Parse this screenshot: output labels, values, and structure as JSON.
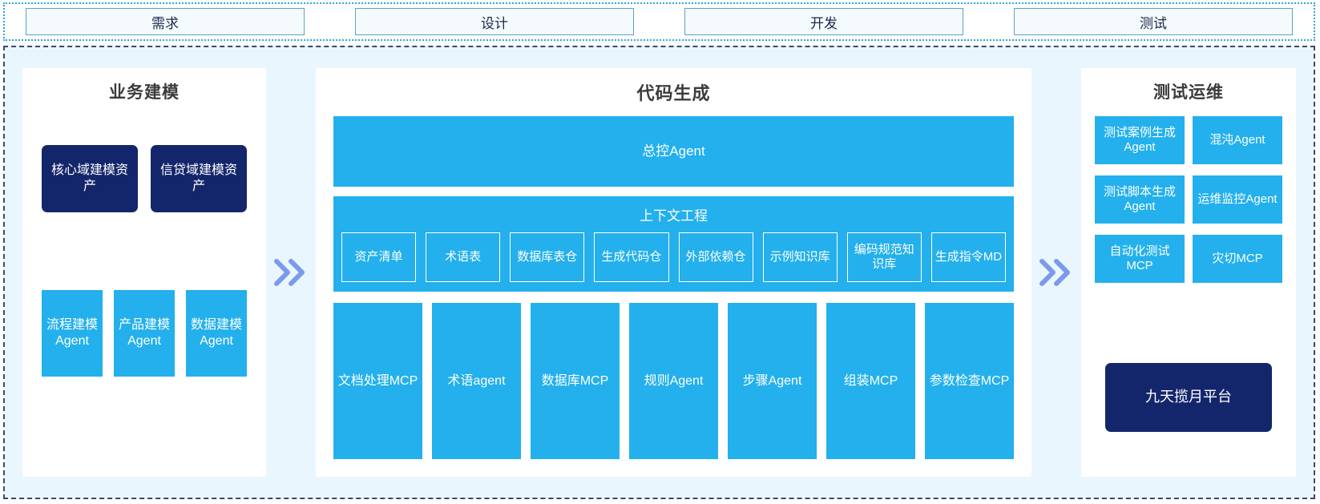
{
  "colors": {
    "accent_blue": "#23b0ec",
    "navy": "#14266b",
    "stage_bg": "#eaf6fd",
    "chevron": "#7b9bea",
    "phase_border": "#2aa8dd"
  },
  "phase_bar": {
    "phases": [
      {
        "label": "需求"
      },
      {
        "label": "设计"
      },
      {
        "label": "开发"
      },
      {
        "label": "测试"
      }
    ]
  },
  "chevrons": {
    "left_to_mid": "»",
    "mid_to_right": "»"
  },
  "left_panel": {
    "title": "业务建模",
    "assets": [
      {
        "label": "核心域建模资产"
      },
      {
        "label": "信贷域建模资产"
      }
    ],
    "agents": [
      {
        "label": "流程建模Agent"
      },
      {
        "label": "产品建模Agent"
      },
      {
        "label": "数据建模Agent"
      }
    ]
  },
  "mid_panel": {
    "title": "代码生成",
    "master_agent": "总控Agent",
    "context_engineering": {
      "title": "上下文工程",
      "items": [
        {
          "label": "资产清单"
        },
        {
          "label": "术语表"
        },
        {
          "label": "数据库表仓"
        },
        {
          "label": "生成代码仓"
        },
        {
          "label": "外部依赖仓"
        },
        {
          "label": "示例知识库"
        },
        {
          "label": "编码规范知识库"
        },
        {
          "label": "生成指令MD"
        }
      ]
    },
    "tools": [
      {
        "label": "文档处理MCP"
      },
      {
        "label": "术语agent"
      },
      {
        "label": "数据库MCP"
      },
      {
        "label": "规则Agent"
      },
      {
        "label": "步骤Agent"
      },
      {
        "label": "组装MCP"
      },
      {
        "label": "参数检查MCP"
      }
    ]
  },
  "right_panel": {
    "title": "测试运维",
    "items": [
      {
        "label": "测试案例生成Agent"
      },
      {
        "label": "混沌Agent"
      },
      {
        "label": "测试脚本生成Agent"
      },
      {
        "label": "运维监控Agent"
      },
      {
        "label": "自动化测试MCP"
      },
      {
        "label": "灾切MCP"
      }
    ],
    "platform": "九天揽月平台"
  }
}
